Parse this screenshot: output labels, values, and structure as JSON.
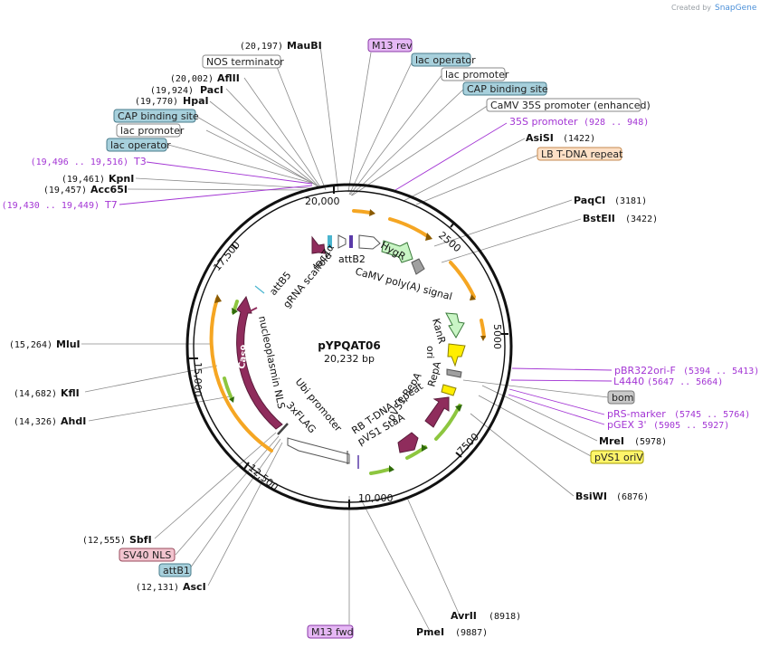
{
  "brand": {
    "prefix": "Created by",
    "name": "SnapGene"
  },
  "plasmid": {
    "name": "pYPQAT06",
    "size": "20,232 bp"
  },
  "ticks": [
    "2500",
    "5000",
    "7500",
    "10,000",
    "12,500",
    "15,000",
    "17,500",
    "20,000"
  ],
  "sites_left": [
    {
      "coord": "(20,197)",
      "name": "MauBI"
    },
    {
      "coord": "(20,002)",
      "name": "AflII"
    },
    {
      "coord": "(19,924)",
      "name": "PacI"
    },
    {
      "coord": "(19,770)",
      "name": "HpaI"
    },
    {
      "coord": "(19,461)",
      "name": "KpnI"
    },
    {
      "coord": "(19,457)",
      "name": "Acc65I"
    },
    {
      "coord": "(15,264)",
      "name": "MluI"
    },
    {
      "coord": "(14,682)",
      "name": "KflI"
    },
    {
      "coord": "(14,326)",
      "name": "AhdI"
    },
    {
      "coord": "(12,555)",
      "name": "SbfI"
    },
    {
      "coord": "(12,131)",
      "name": "AscI"
    }
  ],
  "sites_right": [
    {
      "name": "AsiSI",
      "coord": "(1422)"
    },
    {
      "name": "PaqCI",
      "coord": "(3181)"
    },
    {
      "name": "BstEII",
      "coord": "(3422)"
    },
    {
      "name": "MreI",
      "coord": "(5978)"
    },
    {
      "name": "BsiWI",
      "coord": "(6876)"
    },
    {
      "name": "AvrII",
      "coord": "(8918)"
    },
    {
      "name": "PmeI",
      "coord": "(9887)"
    }
  ],
  "primers_left": [
    {
      "coord": "(19,496 .. 19,516)",
      "name": "T3"
    },
    {
      "coord": "(19,430 .. 19,449)",
      "name": "T7"
    }
  ],
  "primers_right": [
    {
      "name": "35S promoter",
      "coord": "(928 .. 948)"
    },
    {
      "name": "pBR322ori-F",
      "coord": "(5394 .. 5413)"
    },
    {
      "name": "L4440",
      "coord": "(5647 .. 5664)"
    },
    {
      "name": "pRS-marker",
      "coord": "(5745 .. 5764)"
    },
    {
      "name": "pGEX 3'",
      "coord": "(5905 .. 5927)"
    }
  ],
  "boxes": [
    {
      "label": "NOS terminator",
      "fill": "#ffffff",
      "stroke": "#888888"
    },
    {
      "label": "M13 rev",
      "fill": "#e6b8f5",
      "stroke": "#8a3aa8"
    },
    {
      "label": "lac operator",
      "fill": "#a7d0dc",
      "stroke": "#4a7d8c"
    },
    {
      "label": "lac promoter",
      "fill": "#ffffff",
      "stroke": "#888888"
    },
    {
      "label": "CAP binding site",
      "fill": "#a7d0dc",
      "stroke": "#4a7d8c"
    },
    {
      "label": "CaMV 35S promoter (enhanced)",
      "fill": "#ffffff",
      "stroke": "#888888"
    },
    {
      "label": "CAP binding site",
      "fill": "#a7d0dc",
      "stroke": "#4a7d8c"
    },
    {
      "label": "lac promoter",
      "fill": "#ffffff",
      "stroke": "#888888"
    },
    {
      "label": "lac operator",
      "fill": "#a7d0dc",
      "stroke": "#4a7d8c"
    },
    {
      "label": "LB T-DNA repeat",
      "fill": "#fde0c6",
      "stroke": "#c58a50"
    },
    {
      "label": "bom",
      "fill": "#c8c8c8",
      "stroke": "#777777"
    },
    {
      "label": "pVS1 oriV",
      "fill": "#fff56a",
      "stroke": "#a39a00"
    },
    {
      "label": "SV40 NLS",
      "fill": "#f2c4cf",
      "stroke": "#9a4b5d"
    },
    {
      "label": "attB1",
      "fill": "#a7d0dc",
      "stroke": "#4a7d8c"
    },
    {
      "label": "M13 fwd",
      "fill": "#e6b8f5",
      "stroke": "#8a3aa8"
    }
  ],
  "features": {
    "cas9": "Cas9",
    "nucleoplasmin": "nucleoplasmin NLS",
    "ubi": "Ubi promoter",
    "flag": "3xFLAG",
    "attb5": "attB5",
    "grna": "gRNA scaffold",
    "laczo": "lacZα",
    "attb2": "attB2",
    "camv_polya": "CaMV poly(A) signal",
    "hygr": "HygR",
    "kanr": "KanR",
    "ori": "ori",
    "repa": "RepA",
    "pvs1_repa": "pVS1 RepA",
    "rb": "RB T-DNA repeat",
    "stab": "pVS1 StaA"
  },
  "colors": {
    "backbone": "#111111",
    "cas9": "#8f2c5c",
    "hygr": "#c9f5c5",
    "kanr": "#c9f5c5",
    "ori": "#ffee00",
    "orf_arc": "#f5a623",
    "orf_arrow": "#8dc63f",
    "primer": "#a335d4"
  }
}
